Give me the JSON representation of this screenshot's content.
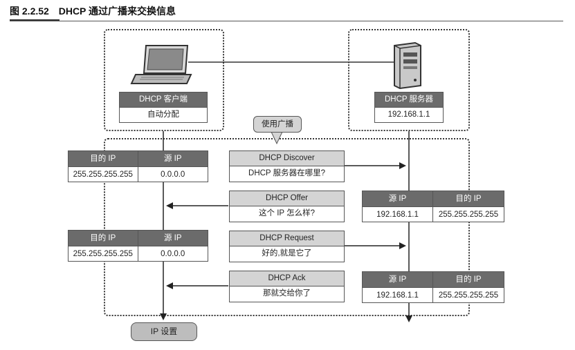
{
  "figure": {
    "number": "图 2.2.52",
    "title": "DHCP 通过广播来交换信息"
  },
  "client": {
    "label": "DHCP 客户端",
    "value": "自动分配",
    "icon": "laptop-icon"
  },
  "server": {
    "label": "DHCP 服务器",
    "value": "192.168.1.1",
    "icon": "server-icon"
  },
  "callout": "使用广播",
  "result": "IP 设置",
  "messages": [
    {
      "name": "DHCP Discover",
      "text": "DHCP 服务器在哪里?"
    },
    {
      "name": "DHCP Offer",
      "text": "这个 IP 怎么样?"
    },
    {
      "name": "DHCP Request",
      "text": "好的,就是它了"
    },
    {
      "name": "DHCP Ack",
      "text": "那就交给你了"
    }
  ],
  "client_tables": [
    {
      "h1": "目的 IP",
      "h2": "源 IP",
      "v1": "255.255.255.255",
      "v2": "0.0.0.0"
    },
    {
      "h1": "目的 IP",
      "h2": "源 IP",
      "v1": "255.255.255.255",
      "v2": "0.0.0.0"
    }
  ],
  "server_tables": [
    {
      "h1": "源 IP",
      "h2": "目的 IP",
      "v1": "192.168.1.1",
      "v2": "255.255.255.255"
    },
    {
      "h1": "源 IP",
      "h2": "目的 IP",
      "v1": "192.168.1.1",
      "v2": "255.255.255.255"
    }
  ]
}
